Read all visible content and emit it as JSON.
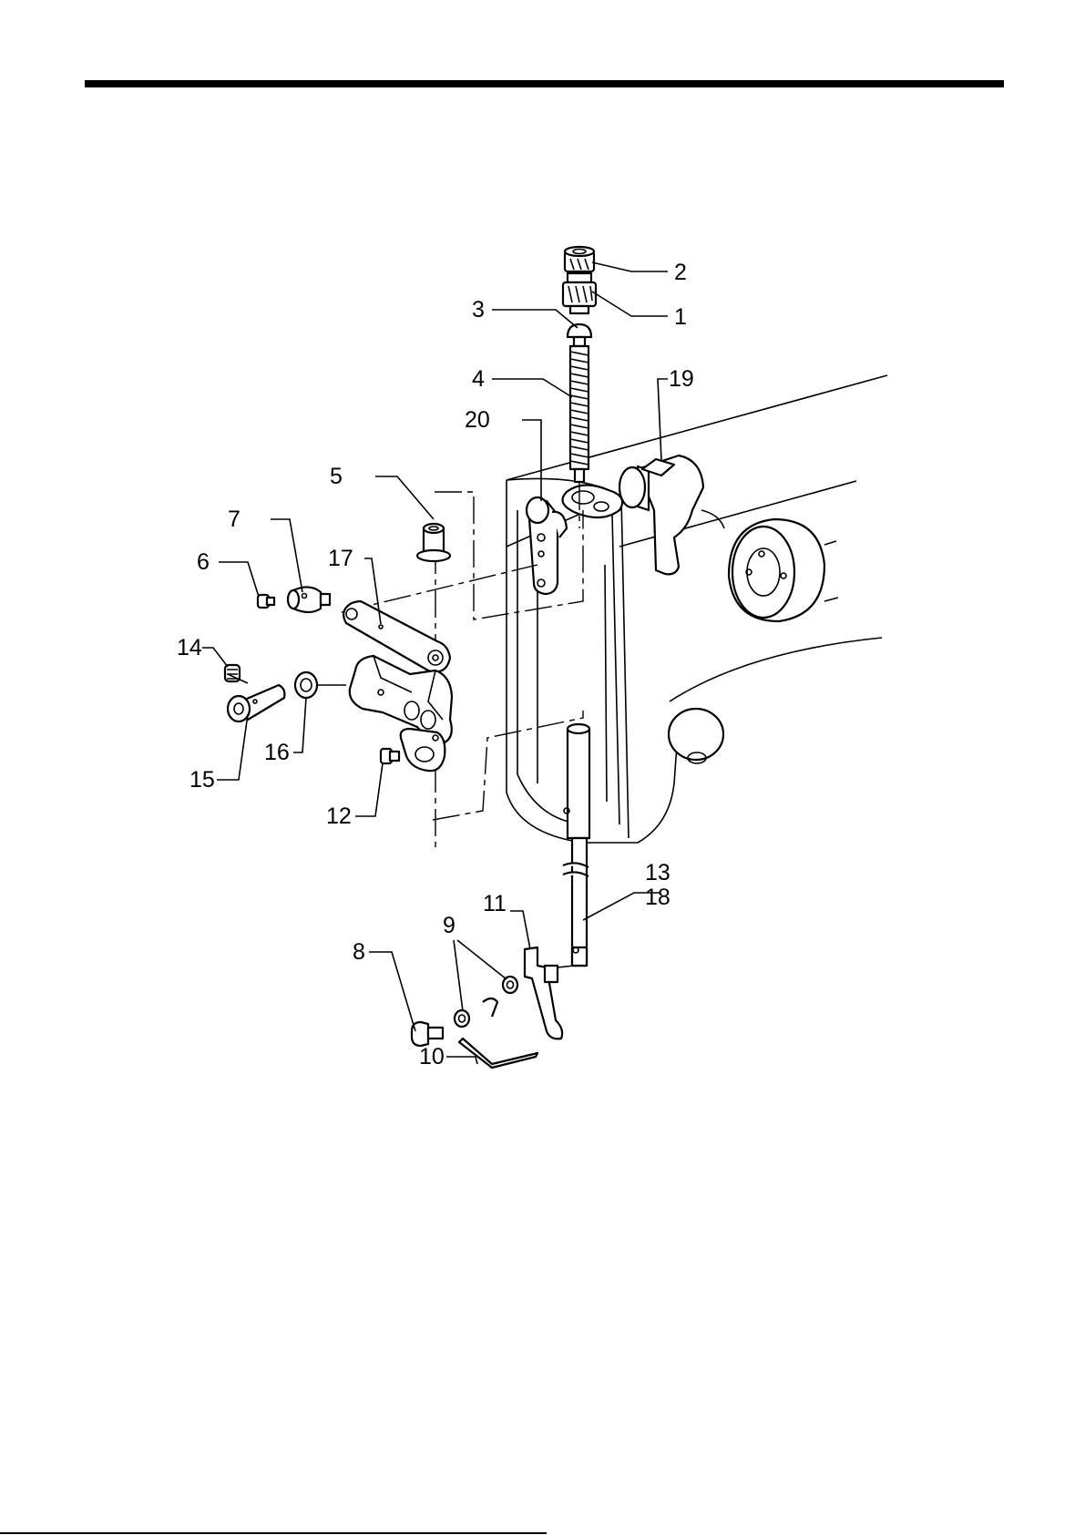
{
  "callouts": [
    {
      "id": "callout-1",
      "text": "1"
    },
    {
      "id": "callout-2",
      "text": "2"
    },
    {
      "id": "callout-3",
      "text": "3"
    },
    {
      "id": "callout-4",
      "text": "4"
    },
    {
      "id": "callout-5",
      "text": "5"
    },
    {
      "id": "callout-6",
      "text": "6"
    },
    {
      "id": "callout-7",
      "text": "7"
    },
    {
      "id": "callout-8",
      "text": "8"
    },
    {
      "id": "callout-9",
      "text": "9"
    },
    {
      "id": "callout-10",
      "text": "10"
    },
    {
      "id": "callout-11",
      "text": "11"
    },
    {
      "id": "callout-12",
      "text": "12"
    },
    {
      "id": "callout-13",
      "text": "13"
    },
    {
      "id": "callout-14",
      "text": "14"
    },
    {
      "id": "callout-15",
      "text": "15"
    },
    {
      "id": "callout-16",
      "text": "16"
    },
    {
      "id": "callout-17",
      "text": "17"
    },
    {
      "id": "callout-18",
      "text": "18"
    },
    {
      "id": "callout-19",
      "text": "19"
    },
    {
      "id": "callout-20",
      "text": "20"
    }
  ]
}
